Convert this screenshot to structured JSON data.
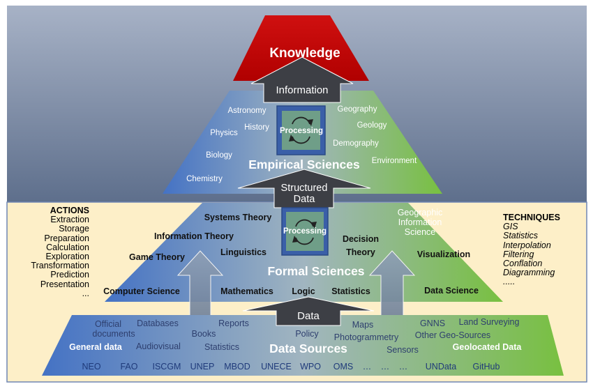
{
  "knowledge": "Knowledge",
  "information": "Information",
  "empirical": {
    "title": "Empirical Sciences",
    "processing": "Processing",
    "left_items": [
      "Astronomy",
      "History",
      "Physics",
      "Biology",
      "Chemistry"
    ],
    "right_items": [
      "Geography",
      "Geology",
      "Demography",
      "Environment"
    ]
  },
  "structured_data": [
    "Structured",
    "Data"
  ],
  "formal": {
    "title": "Formal Sciences",
    "processing": "Processing",
    "items": [
      "Systems Theory",
      "Information Theory",
      "Linguistics",
      "Game Theory",
      "Computer Science",
      "Mathematics",
      "Logic",
      "Statistics",
      "Decision",
      "Theory",
      "Visualization",
      "Data Science"
    ],
    "gis_lines": [
      "Geographic",
      "Information",
      "Science"
    ]
  },
  "data_label": "Data",
  "sources": {
    "title": "Data Sources",
    "items": [
      "Official",
      "documents",
      "Databases",
      "Reports",
      "Books",
      "Audiovisual",
      "Statistics",
      "Policy",
      "Maps",
      "Photogrammetry",
      "Sensors",
      "GNNS",
      "Land Surveying",
      "Other Geo-Sources",
      "General data",
      "Geolocated Data"
    ],
    "bottom_row": [
      "NEO",
      "FAO",
      "ISCGM",
      "UNEP",
      "MBOD",
      "UNECE",
      "WPO",
      "OMS",
      "…",
      "…",
      "…",
      "UNData",
      "GitHub"
    ]
  },
  "actions": {
    "header": "ACTIONS",
    "items": [
      "Extraction",
      "Storage",
      "Preparation",
      "Calculation",
      "Exploration",
      "Transformation",
      "Prediction",
      "Presentation",
      "..."
    ]
  },
  "techniques": {
    "header": "TECHNIQUES",
    "items": [
      "GIS",
      "Statistics",
      "Interpolation",
      "Filtering",
      "Conflation",
      "Diagramming",
      "....."
    ]
  }
}
